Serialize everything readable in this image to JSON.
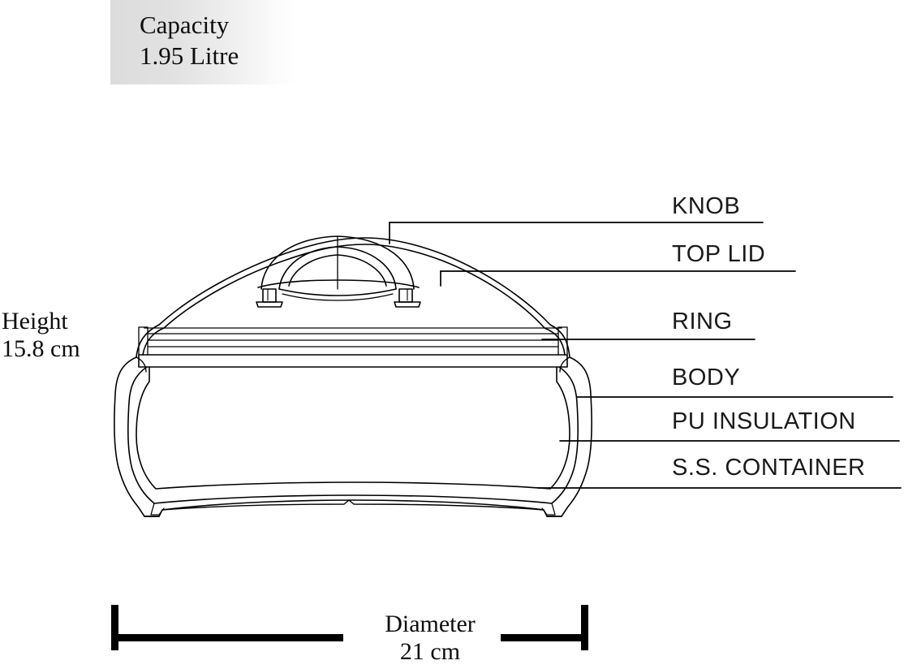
{
  "diagram": {
    "subject": "vacuum-insulated casserole cross-section",
    "capacity": {
      "label": "Capacity",
      "value": "1.95 Litre"
    },
    "dimensions": {
      "height": {
        "label": "Height",
        "value": "15.8 cm"
      },
      "diameter": {
        "label": "Diameter",
        "value": "21 cm"
      }
    },
    "callouts": [
      {
        "id": "knob",
        "label": "KNOB"
      },
      {
        "id": "top-lid",
        "label": "TOP LID"
      },
      {
        "id": "ring",
        "label": "RING"
      },
      {
        "id": "body",
        "label": "BODY"
      },
      {
        "id": "pu-insulation",
        "label": "PU INSULATION"
      },
      {
        "id": "ss-container",
        "label": "S.S. CONTAINER"
      }
    ],
    "colors": {
      "background": "#ffffff",
      "line": "#000000",
      "text": "#0d0d0d",
      "callout_text": "#1a1a1a",
      "banner_gradient_start": "#dcdcdc",
      "banner_gradient_end": "#ffffff"
    }
  }
}
